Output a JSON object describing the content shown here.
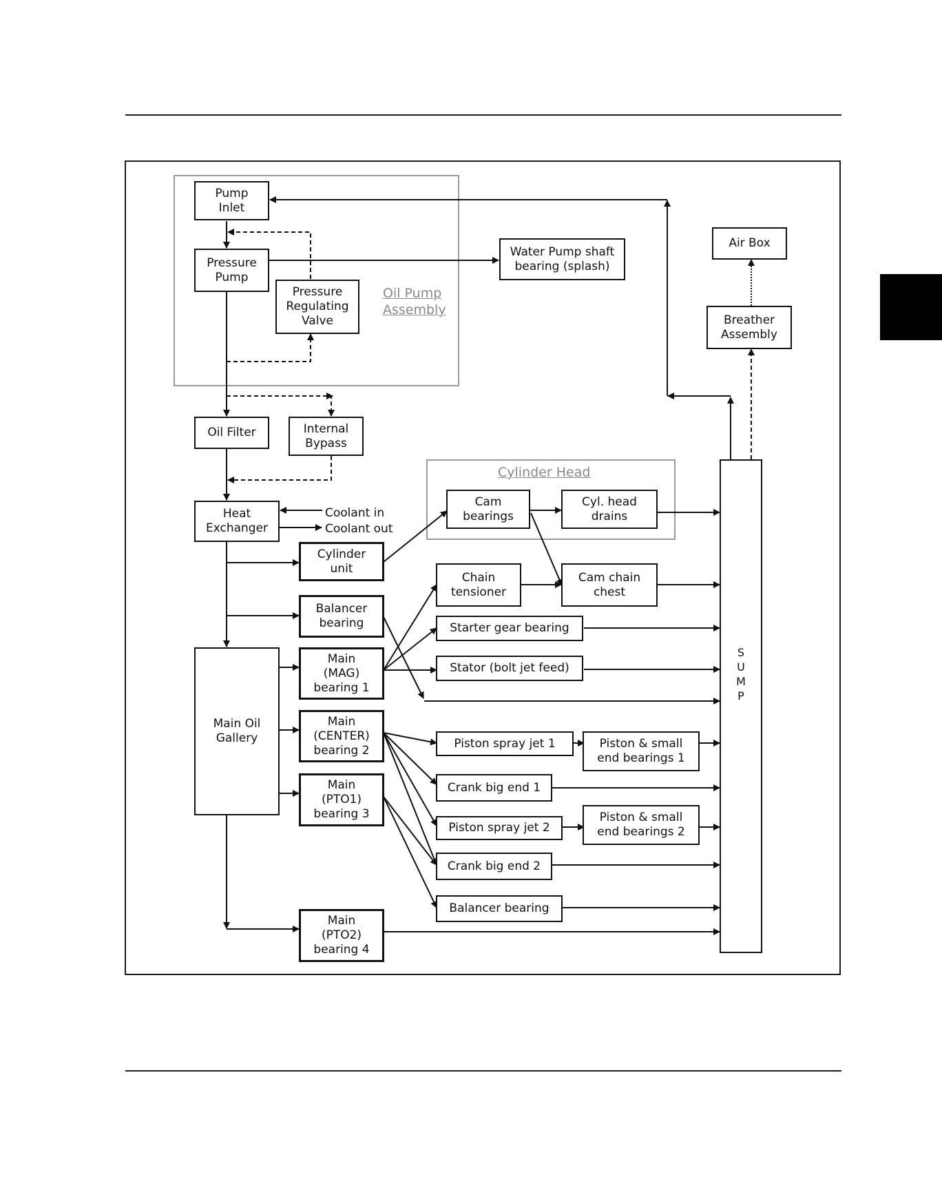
{
  "groups": {
    "oil_pump": "Oil Pump\nAssembly",
    "cylinder_head": "Cylinder Head"
  },
  "boxes": {
    "pump_inlet": "Pump\nInlet",
    "pressure_pump": "Pressure\nPump",
    "pressure_regulating_valve": "Pressure\nRegulating\nValve",
    "water_pump_shaft": "Water Pump shaft\nbearing (splash)",
    "air_box": "Air Box",
    "breather_assembly": "Breather\nAssembly",
    "oil_filter": "Oil Filter",
    "internal_bypass": "Internal\nBypass",
    "heat_exchanger": "Heat\nExchanger",
    "cam_bearings": "Cam\nbearings",
    "cyl_head_drains": "Cyl. head\ndrains",
    "cylinder_unit": "Cylinder\nunit",
    "chain_tensioner": "Chain\ntensioner",
    "cam_chain_chest": "Cam chain\nchest",
    "balancer_bearing_top": "Balancer\nbearing",
    "starter_gear_bearing": "Starter gear bearing",
    "main_mag": "Main\n(MAG)\nbearing 1",
    "stator": "Stator (bolt jet feed)",
    "main_oil_gallery": "Main Oil\nGallery",
    "main_center": "Main\n(CENTER)\nbearing 2",
    "piston_spray_jet_1": "Piston spray jet 1",
    "piston_small_end_1": "Piston & small\nend bearings 1",
    "crank_big_end_1": "Crank big end 1",
    "main_pto1": "Main\n(PTO1)\nbearing 3",
    "piston_spray_jet_2": "Piston spray jet 2",
    "piston_small_end_2": "Piston & small\nend bearings 2",
    "crank_big_end_2": "Crank big end 2",
    "balancer_bearing_bottom": "Balancer bearing",
    "main_pto2": "Main\n(PTO2)\nbearing 4"
  },
  "labels": {
    "coolant_in": "Coolant in",
    "coolant_out": "Coolant out",
    "sump": "S\nU\nM\nP"
  }
}
